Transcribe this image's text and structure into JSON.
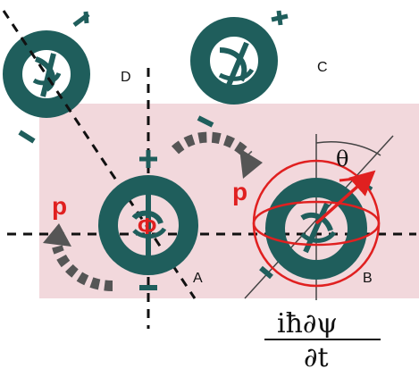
{
  "labels": {
    "a": "A",
    "b": "B",
    "c": "C",
    "d": "D",
    "p_left": "p",
    "p_right": "p",
    "phi": "Φ",
    "theta": "θ",
    "plus": "+",
    "minus": "−"
  },
  "equation": {
    "numerator": "iħ∂ψ",
    "denominator": "∂t"
  },
  "colors": {
    "ring": "#1f5e5c",
    "accent": "#e02020",
    "region": "#f2d8dc",
    "arrow": "#555555",
    "line": "#111111"
  },
  "icons": [
    "ring-icon",
    "knot-icon",
    "curved-arrow-icon",
    "sphere-icon",
    "vector-arrow-icon"
  ]
}
